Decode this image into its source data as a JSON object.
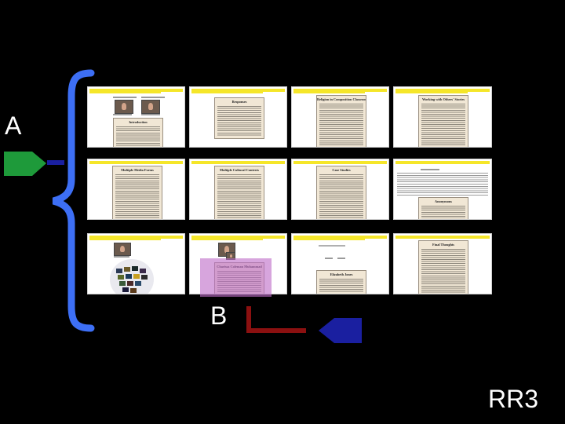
{
  "labels": {
    "a": "A",
    "b": "B",
    "slide_id": "RR3"
  },
  "colors": {
    "background": "#000000",
    "brace": "#3d6ff5",
    "arrow_a": "#1e9a3a",
    "arrow_b": "#1a1fa0",
    "connector_b": "#8b1010",
    "highlight": "#be6ec8",
    "page_bar": "#f5e629",
    "panel": "#f1e7d5"
  },
  "thumbnails": [
    {
      "title": "Introduction"
    },
    {
      "title": "Responses"
    },
    {
      "title": "Religion in Composition Classroom"
    },
    {
      "title": "Working with Others' Stories"
    },
    {
      "title": "Multiple Media Forms"
    },
    {
      "title": "Multiple Cultural Contexts"
    },
    {
      "title": "Case Studies"
    },
    {
      "title": "Anonymous"
    },
    {
      "title": ""
    },
    {
      "title": "Charissa Coleman Muhammad"
    },
    {
      "title": "Elizabeth Jones"
    },
    {
      "title": "Final Thoughts"
    }
  ],
  "icons": {
    "arrow_a": "arrow-right-icon",
    "arrow_b": "arrow-left-icon",
    "brace": "curly-brace-icon"
  }
}
